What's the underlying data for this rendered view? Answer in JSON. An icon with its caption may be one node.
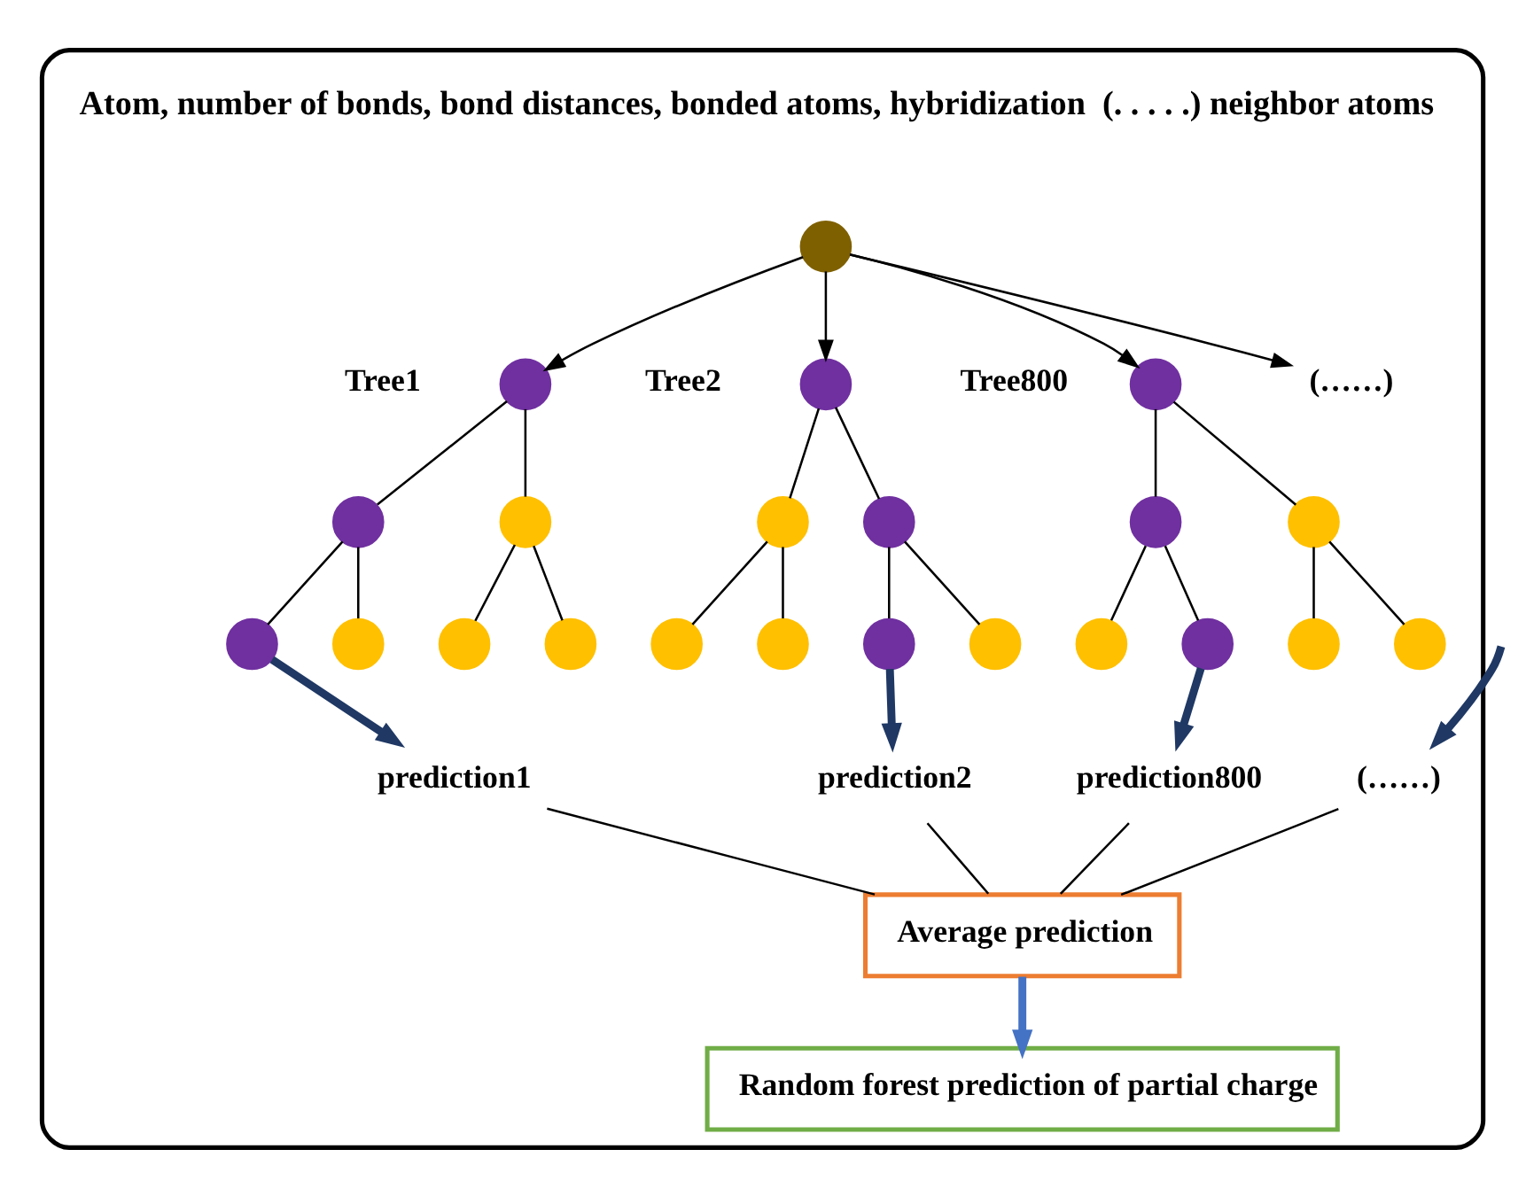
{
  "diagram": {
    "nodes": [
      {
        "text": [],
        "shape": "box"
      },
      {
        "text": [],
        "shape": "circle",
        "in": 0,
        "beside": [
          "Atom, number of bonds, bond distances, bonded atoms, hybridization  (. . . . .) neighbor atoms"
        ]
      },
      {
        "text": [],
        "shape": "circle",
        "in": 0,
        "beside": [
          "Tree1"
        ]
      },
      {
        "text": [],
        "shape": "circle",
        "in": 0
      },
      {
        "text": [],
        "shape": "circle",
        "in": 0
      },
      {
        "text": [],
        "shape": "circle",
        "in": 0
      },
      {
        "text": [],
        "shape": "circle",
        "in": 0
      },
      {
        "text": [],
        "shape": "circle",
        "in": 0
      },
      {
        "text": [],
        "shape": "circle",
        "in": 0
      },
      {
        "text": [
          "(……)"
        ],
        "in": 0
      },
      {
        "text": [],
        "shape": "circle",
        "in": 0,
        "beside": [
          "Tree2"
        ]
      },
      {
        "text": [],
        "shape": "circle",
        "in": 0
      },
      {
        "text": [],
        "shape": "circle",
        "in": 0
      },
      {
        "text": [],
        "shape": "circle",
        "in": 0
      },
      {
        "text": [],
        "shape": "circle",
        "in": 0
      },
      {
        "text": [],
        "shape": "circle",
        "in": 0
      },
      {
        "text": [],
        "shape": "circle",
        "in": 0
      },
      {
        "text": [],
        "shape": "circle",
        "in": 0,
        "beside": [
          "Tree800"
        ]
      },
      {
        "text": [],
        "shape": "circle",
        "in": 0
      },
      {
        "text": [],
        "shape": "circle",
        "in": 0
      },
      {
        "text": [],
        "shape": "circle",
        "in": 0
      },
      {
        "text": [],
        "shape": "circle",
        "in": 0
      },
      {
        "text": [],
        "shape": "circle",
        "in": 0
      },
      {
        "text": [],
        "shape": "circle",
        "in": 0
      },
      {
        "text": [
          "prediction1"
        ],
        "in": 0
      },
      {
        "text": [
          "prediction2"
        ],
        "in": 0
      },
      {
        "text": [
          "(……)"
        ],
        "in": 0
      },
      {
        "text": [
          "prediction800"
        ],
        "in": 0
      },
      {
        "text": [
          "Average prediction"
        ],
        "in": 0
      },
      {
        "text": [
          "Random forest prediction of partial charge"
        ],
        "in": 0
      }
    ],
    "edges": [
      {
        "from": 1,
        "to": 2,
        "arrow": "to"
      },
      {
        "from": 1,
        "to": 10,
        "arrow": "to"
      },
      {
        "from": 1,
        "to": 9,
        "arrow": "to"
      },
      {
        "from": 1,
        "to": 17,
        "arrow": "to"
      },
      {
        "from": 2,
        "to": 3,
        "arrow": "none"
      },
      {
        "from": 2,
        "to": 4,
        "arrow": "none"
      },
      {
        "from": 3,
        "to": 5,
        "arrow": "none"
      },
      {
        "from": 3,
        "to": 6,
        "arrow": "none"
      },
      {
        "from": 4,
        "to": 7,
        "arrow": "none"
      },
      {
        "from": 4,
        "to": 8,
        "arrow": "none"
      },
      {
        "from": 10,
        "to": 11,
        "arrow": "none"
      },
      {
        "from": 10,
        "to": 12,
        "arrow": "none"
      },
      {
        "from": 11,
        "to": 13,
        "arrow": "none"
      },
      {
        "from": 11,
        "to": 14,
        "arrow": "none"
      },
      {
        "from": 12,
        "to": 15,
        "arrow": "none"
      },
      {
        "from": 12,
        "to": 16,
        "arrow": "none"
      },
      {
        "from": 17,
        "to": 18,
        "arrow": "none"
      },
      {
        "from": 17,
        "to": 19,
        "arrow": "none"
      },
      {
        "from": 18,
        "to": 20,
        "arrow": "none"
      },
      {
        "from": 18,
        "to": 21,
        "arrow": "none"
      },
      {
        "from": 19,
        "to": 22,
        "arrow": "none"
      },
      {
        "from": 19,
        "to": 23,
        "arrow": "none"
      },
      {
        "from": 8,
        "to": 24,
        "arrow": "to",
        "style": "thick",
        "color": "#1f3864"
      },
      {
        "from": 14,
        "to": 25,
        "arrow": "to",
        "style": "thick",
        "color": "#1f3864"
      },
      {
        "from": null,
        "to": 26,
        "arrow": "to",
        "style": "thick",
        "color": "#1f3864"
      },
      {
        "from": 22,
        "to": 27,
        "arrow": "to",
        "style": "thick",
        "color": "#1f3864"
      },
      {
        "from": 24,
        "to": 28,
        "arrow": "none"
      },
      {
        "from": 25,
        "to": 28,
        "arrow": "none"
      },
      {
        "from": 26,
        "to": 28,
        "arrow": "none"
      },
      {
        "from": 27,
        "to": 28,
        "arrow": "none"
      },
      {
        "from": 28,
        "to": 29,
        "arrow": "to",
        "style": "thick",
        "color": "#4472c4"
      }
    ]
  }
}
